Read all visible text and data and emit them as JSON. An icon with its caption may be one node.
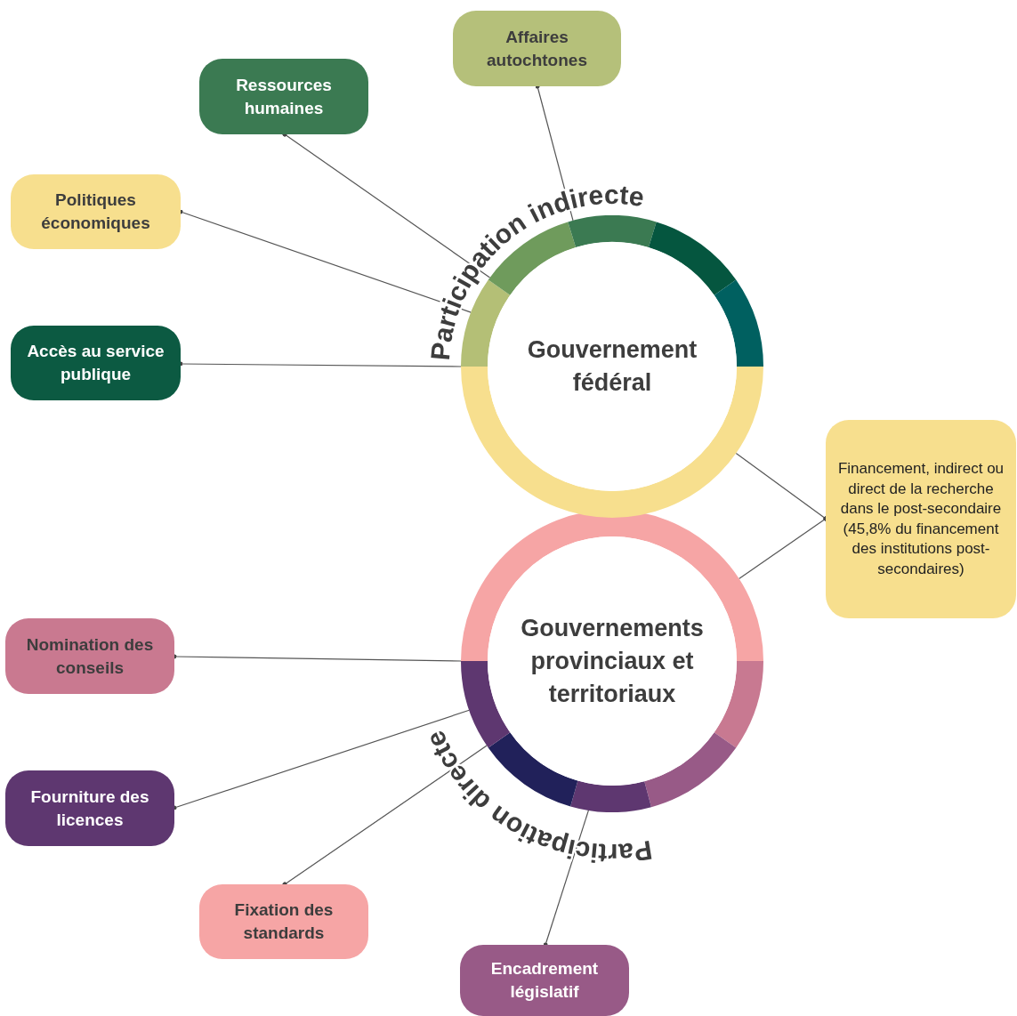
{
  "diagram": {
    "nodes": [
      {
        "text": [
          "Gouvernement fédéral"
        ]
      },
      {
        "text": [
          "Gouvernements provinciaux et territoriaux"
        ]
      },
      {
        "text": [
          "Affaires autochtones"
        ]
      },
      {
        "text": [
          "Ressources humaines"
        ]
      },
      {
        "text": [
          "Politiques économiques"
        ]
      },
      {
        "text": [
          "Accès au service publique"
        ]
      },
      {
        "text": [
          "Financement, indirect ou direct de la recherche dans le post-secondaire (45,8% du financement des institutions post-secondaires)"
        ]
      },
      {
        "text": [
          "Nomination des conseils"
        ]
      },
      {
        "text": [
          "Fourniture des licences"
        ]
      },
      {
        "text": [
          "Fixation des standards"
        ]
      },
      {
        "text": [
          "Encadrement législatif"
        ]
      }
    ],
    "edges": [
      {
        "from": 0,
        "to": 2,
        "arrow": "other"
      },
      {
        "from": 0,
        "to": 3,
        "arrow": "other"
      },
      {
        "from": 0,
        "to": 4,
        "arrow": "other"
      },
      {
        "from": 0,
        "to": 5,
        "arrow": "other"
      },
      {
        "from": 0,
        "to": 6,
        "arrow": "other"
      },
      {
        "from": 1,
        "to": 6,
        "arrow": "other"
      },
      {
        "from": 1,
        "to": 7,
        "arrow": "other"
      },
      {
        "from": 1,
        "to": 8,
        "arrow": "other"
      },
      {
        "from": 1,
        "to": 9,
        "arrow": "other"
      },
      {
        "from": 1,
        "to": 10,
        "arrow": "other"
      }
    ],
    "labels": [
      "Participation indirecte",
      "Participation directe"
    ]
  }
}
